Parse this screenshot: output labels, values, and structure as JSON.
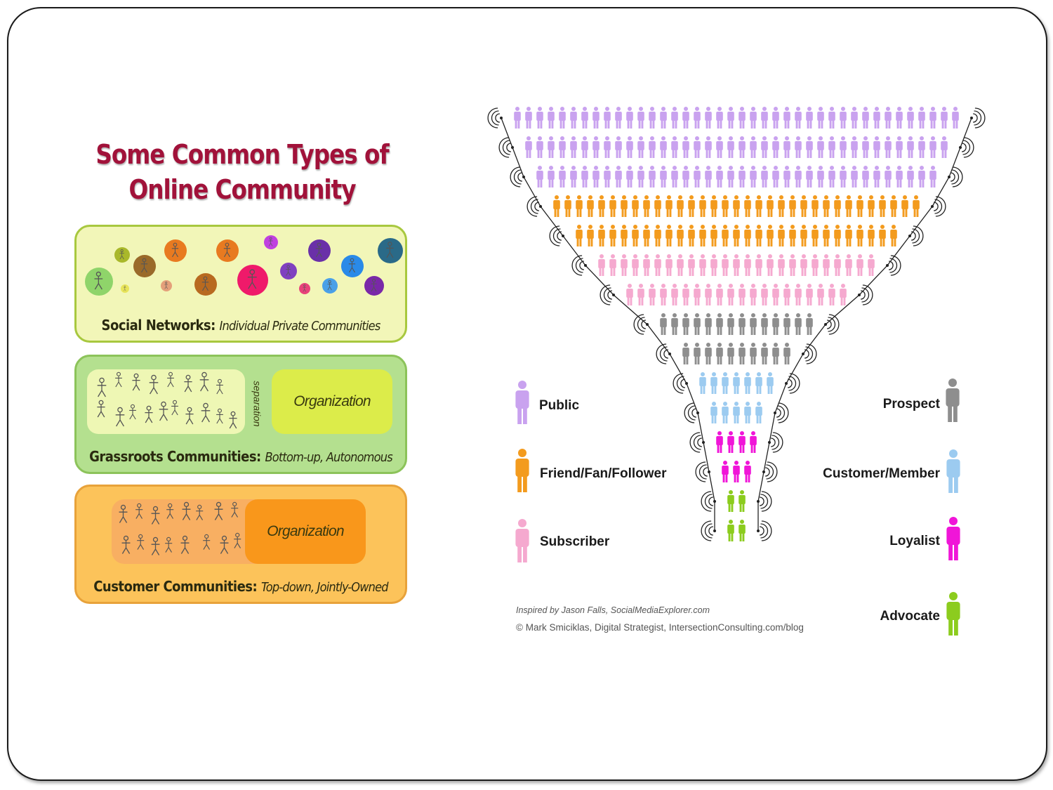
{
  "title_lines": [
    "Some Common Types of",
    "Online Community"
  ],
  "cards": {
    "social": {
      "bold": "Social Networks:",
      "italic": "Individual Private Communities"
    },
    "grassroots": {
      "bold": "Grassroots Communities:",
      "italic": "Bottom-up, Autonomous",
      "org": "Organization",
      "separation": "separation"
    },
    "customer": {
      "bold": "Customer Communities:",
      "italic": "Top-down, Jointly-Owned",
      "org": "Organization"
    }
  },
  "funnel": {
    "rows": [
      {
        "color": "#c9a2ef",
        "count": 40
      },
      {
        "color": "#c9a2ef",
        "count": 38
      },
      {
        "color": "#c9a2ef",
        "count": 36
      },
      {
        "color": "#f39b1e",
        "count": 33
      },
      {
        "color": "#f39b1e",
        "count": 29
      },
      {
        "color": "#f5a9cf",
        "count": 25
      },
      {
        "color": "#f5a9cf",
        "count": 20
      },
      {
        "color": "#8e8e8e",
        "count": 14
      },
      {
        "color": "#8e8e8e",
        "count": 10
      },
      {
        "color": "#9ccbf0",
        "count": 7
      },
      {
        "color": "#9ccbf0",
        "count": 5
      },
      {
        "color": "#f015d8",
        "count": 4
      },
      {
        "color": "#f015d8",
        "count": 3
      },
      {
        "color": "#8ccc1e",
        "count": 2
      },
      {
        "color": "#8ccc1e",
        "count": 2
      }
    ]
  },
  "legend": {
    "left": [
      {
        "label": "Public",
        "color": "#c9a2ef"
      },
      {
        "label": "Friend/Fan/Follower",
        "color": "#f39b1e"
      },
      {
        "label": "Subscriber",
        "color": "#f5a9cf"
      }
    ],
    "right": [
      {
        "label": "Prospect",
        "color": "#8e8e8e"
      },
      {
        "label": "Customer/Member",
        "color": "#9ccbf0"
      },
      {
        "label": "Loyalist",
        "color": "#f015d8"
      },
      {
        "label": "Advocate",
        "color": "#8ccc1e"
      }
    ]
  },
  "credits": {
    "line1": "Inspired by Jason Falls, SocialMediaExplorer.com",
    "line2": "© Mark Smiciklas, Digital Strategist, IntersectionConsulting.com/blog"
  }
}
